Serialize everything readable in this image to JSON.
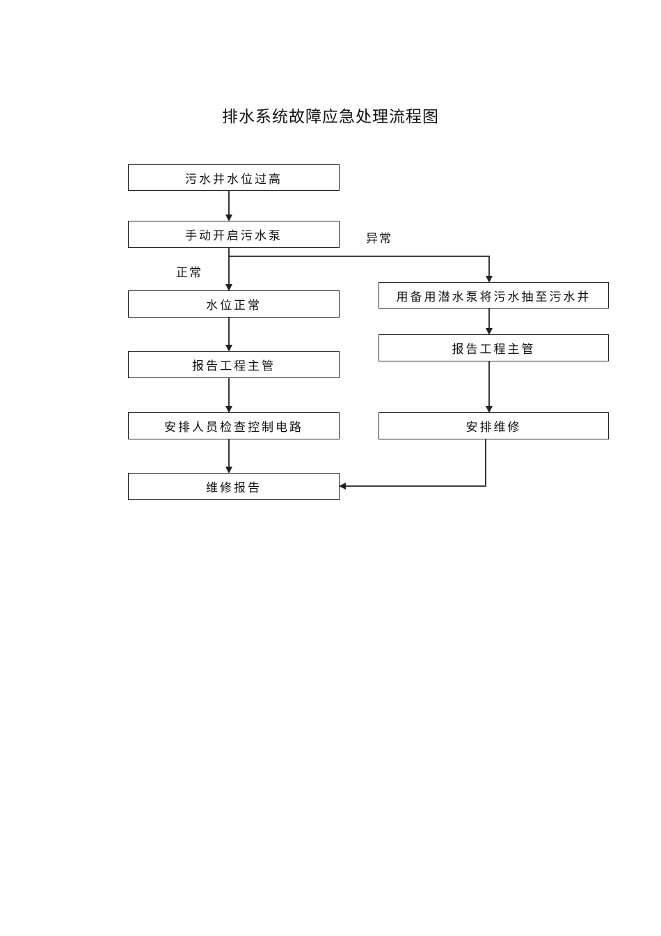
{
  "title": "排水系统故障应急处理流程图",
  "nodes": {
    "sewage_high": "污水井水位过高",
    "manual_pump": "手动开启污水泵",
    "level_normal": "水位正常",
    "report_left": "报告工程主管",
    "arrange_check": "安排人员检查控制电路",
    "repair_report": "维修报告",
    "backup_pump": "用备用潜水泵将污水抽至污水井",
    "report_right": "报告工程主管",
    "arrange_repair": "安排维修"
  },
  "edge_labels": {
    "normal": "正常",
    "abnormal": "异常"
  }
}
